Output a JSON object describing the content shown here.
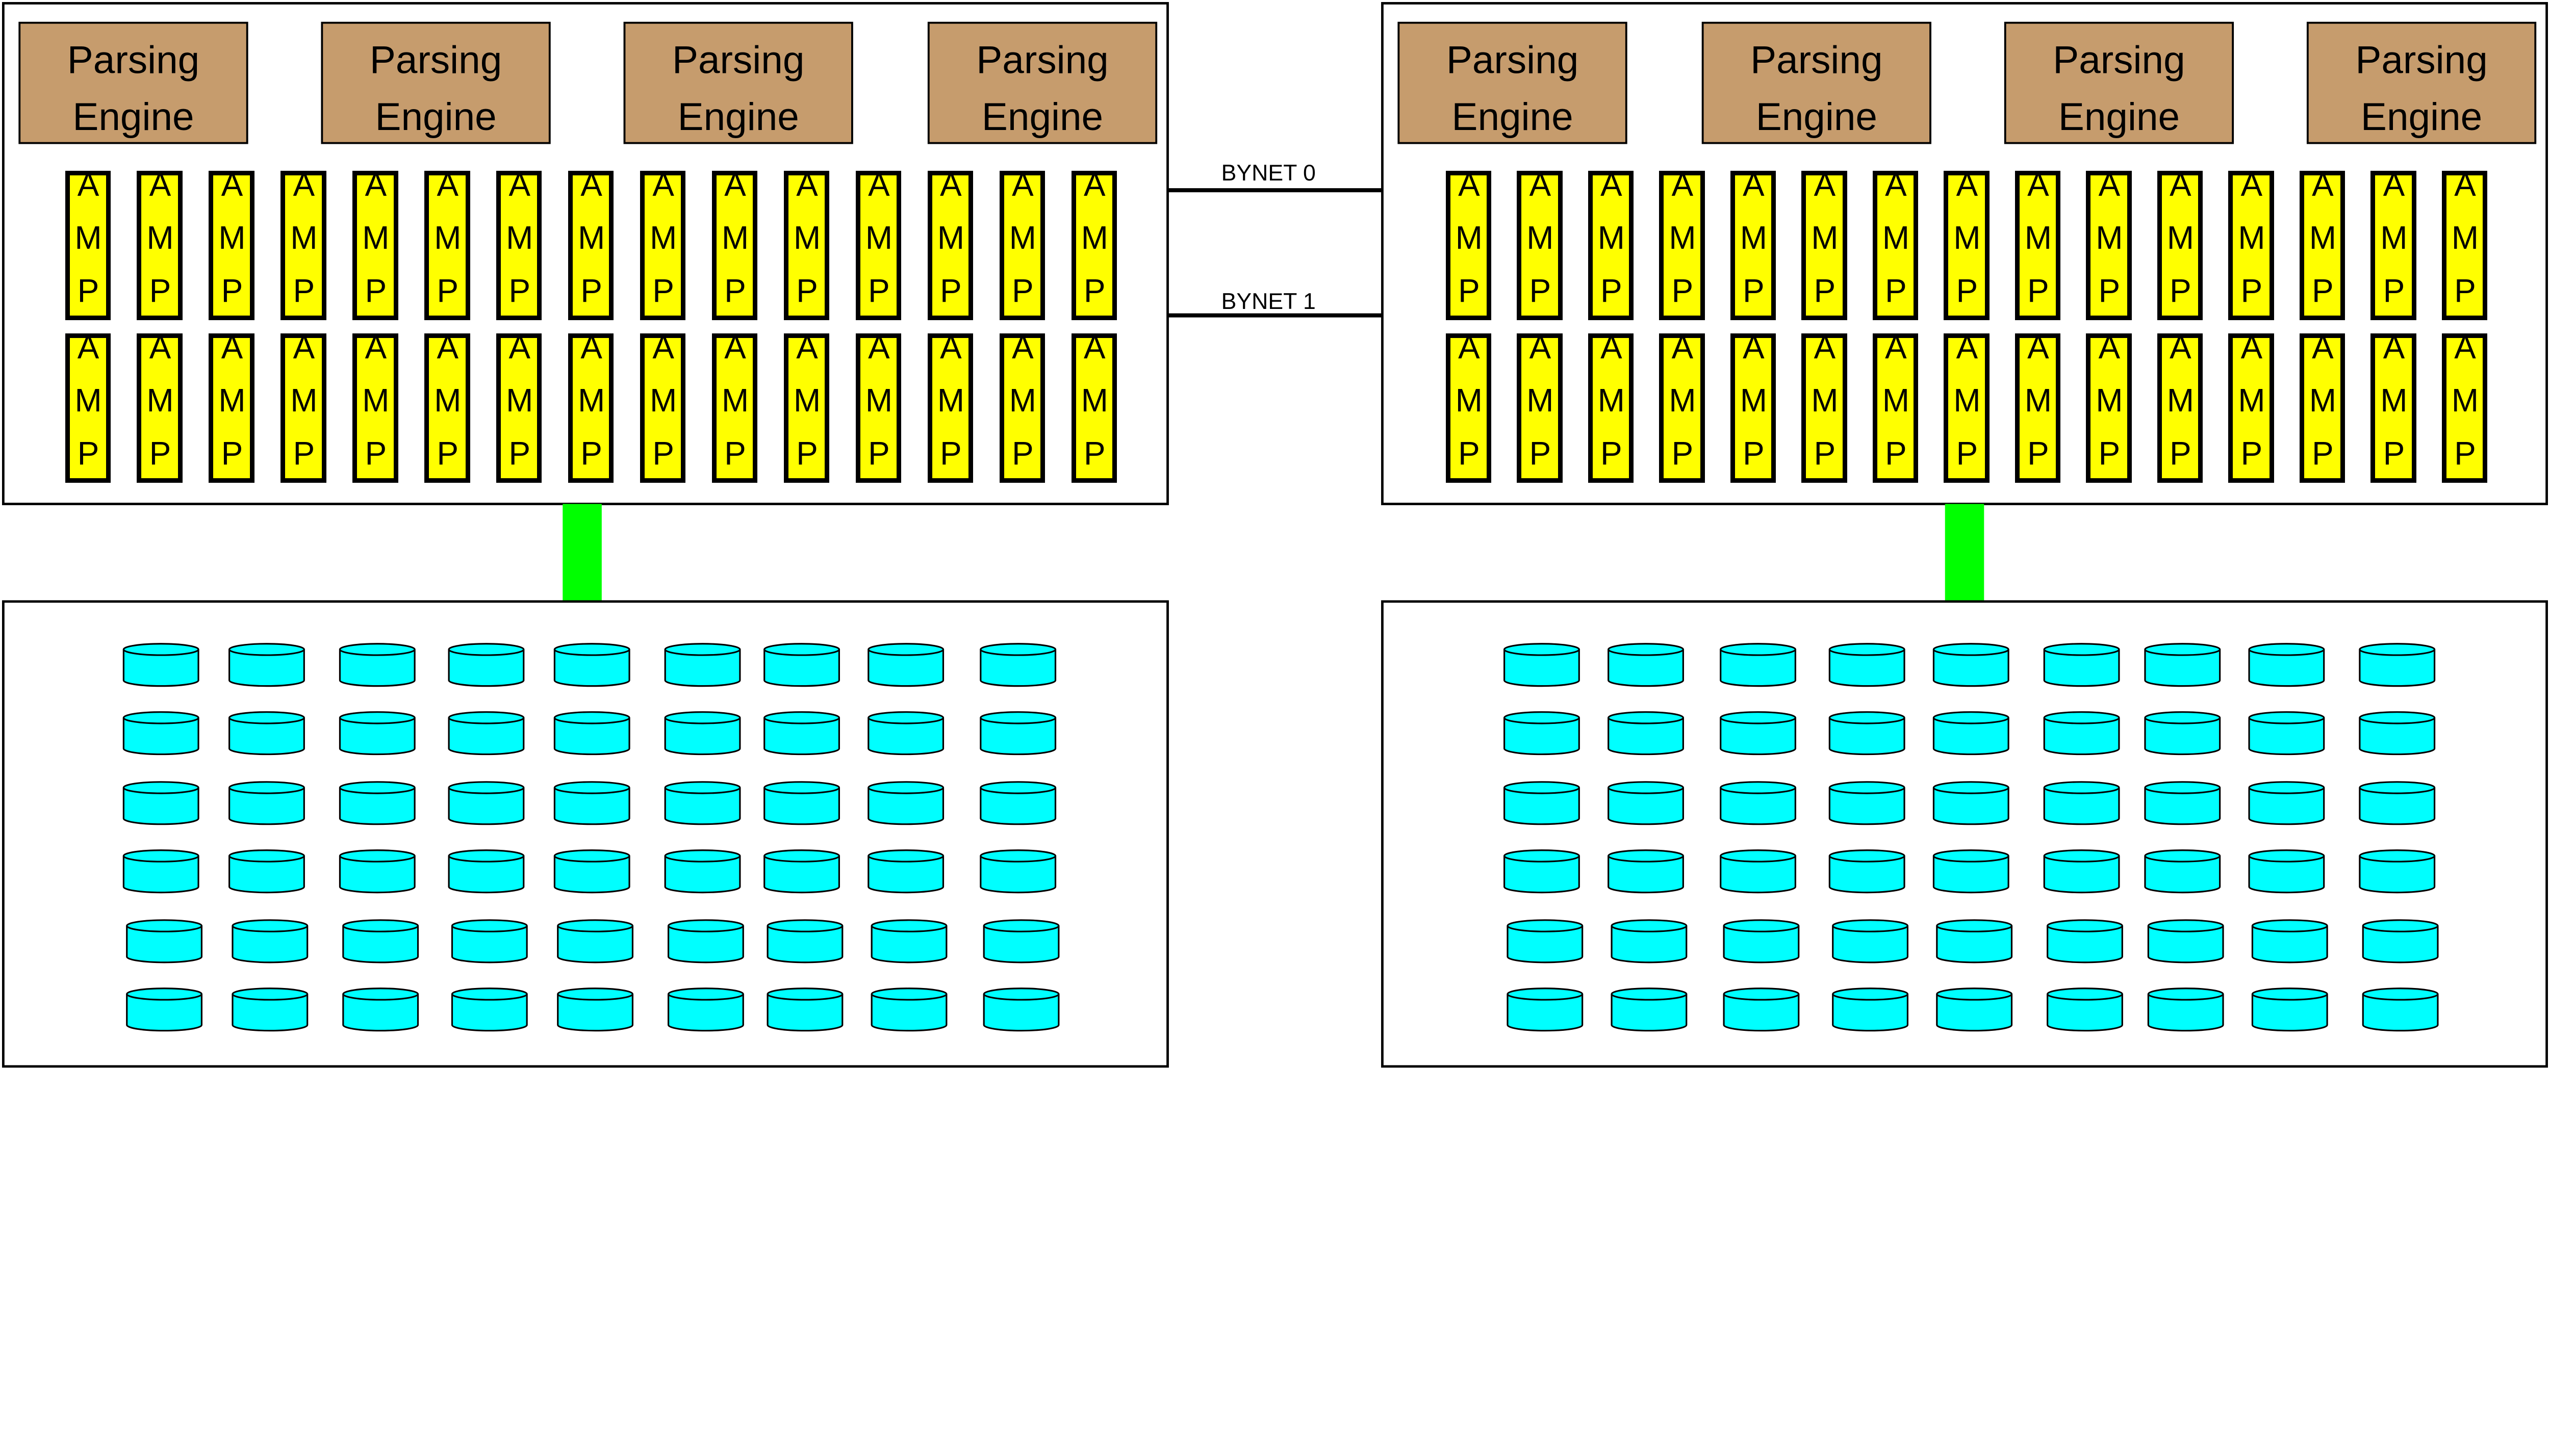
{
  "colors": {
    "parsing_engine": "#c69c6d",
    "amp": "#ffff00",
    "disk": "#00ffff",
    "link": "#00ff00",
    "border": "#000000",
    "background": "#ffffff"
  },
  "nodes": [
    {
      "parsing_engines": [
        {
          "line1": "Parsing",
          "line2": "Engine"
        },
        {
          "line1": "Parsing",
          "line2": "Engine"
        },
        {
          "line1": "Parsing",
          "line2": "Engine"
        },
        {
          "line1": "Parsing",
          "line2": "Engine"
        }
      ],
      "amp_rows": 2,
      "amps_per_row": 15,
      "disk_rows": 6,
      "disks_per_row": 9
    },
    {
      "parsing_engines": [
        {
          "line1": "Parsing",
          "line2": "Engine"
        },
        {
          "line1": "Parsing",
          "line2": "Engine"
        },
        {
          "line1": "Parsing",
          "line2": "Engine"
        },
        {
          "line1": "Parsing",
          "line2": "Engine"
        }
      ],
      "amp_rows": 2,
      "amps_per_row": 15,
      "disk_rows": 6,
      "disks_per_row": 9
    }
  ],
  "amp_label": "AMP",
  "bynets": [
    {
      "label": "BYNET 0"
    },
    {
      "label": "BYNET 1"
    }
  ]
}
